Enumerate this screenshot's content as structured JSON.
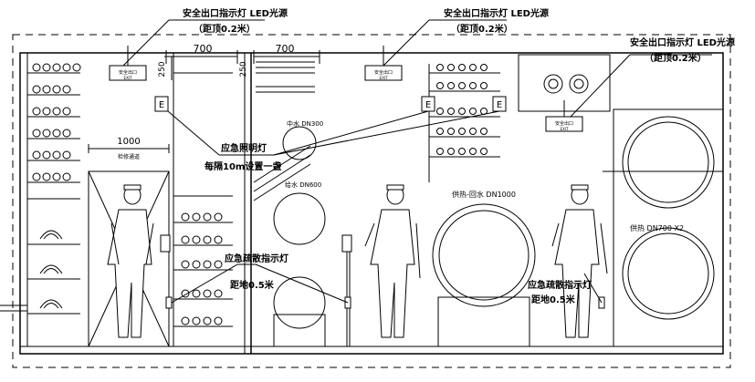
{
  "exit_label_a": {
    "line1": "安全出口指示灯 LED光源",
    "line2": "（距顶0.2米）"
  },
  "exit_label_b": {
    "line1": "安全出口指示灯 LED光源",
    "line2": "（距顶0.2米）"
  },
  "exit_label_c": {
    "line1": "安全出口指示灯 LED光源",
    "line2": "（距顶0.2米）"
  },
  "emergency_light_label": {
    "line1": "应急照明灯",
    "line2": "每隔10m设置一盏"
  },
  "evac_label_left": {
    "line1": "应急疏散指示灯",
    "line2": "距地0.5米"
  },
  "evac_label_right": {
    "line1": "应急疏散指示灯",
    "line2": "距地0.5米"
  },
  "dimensions": {
    "d700a": "700",
    "d700b": "700",
    "d250a": "250",
    "d250b": "250",
    "d1000": "1000",
    "span_note": "检修通道"
  },
  "exit_sign_text": "安全出口",
  "exit_sign_sub": "EXIT",
  "e_marker": "E",
  "pipes": {
    "zhongshui": "中水 DN300",
    "jishui": "给水 DN600",
    "gongre_hui": "供热-回水 DN1000",
    "gongre": "供热 DN700 X2"
  }
}
